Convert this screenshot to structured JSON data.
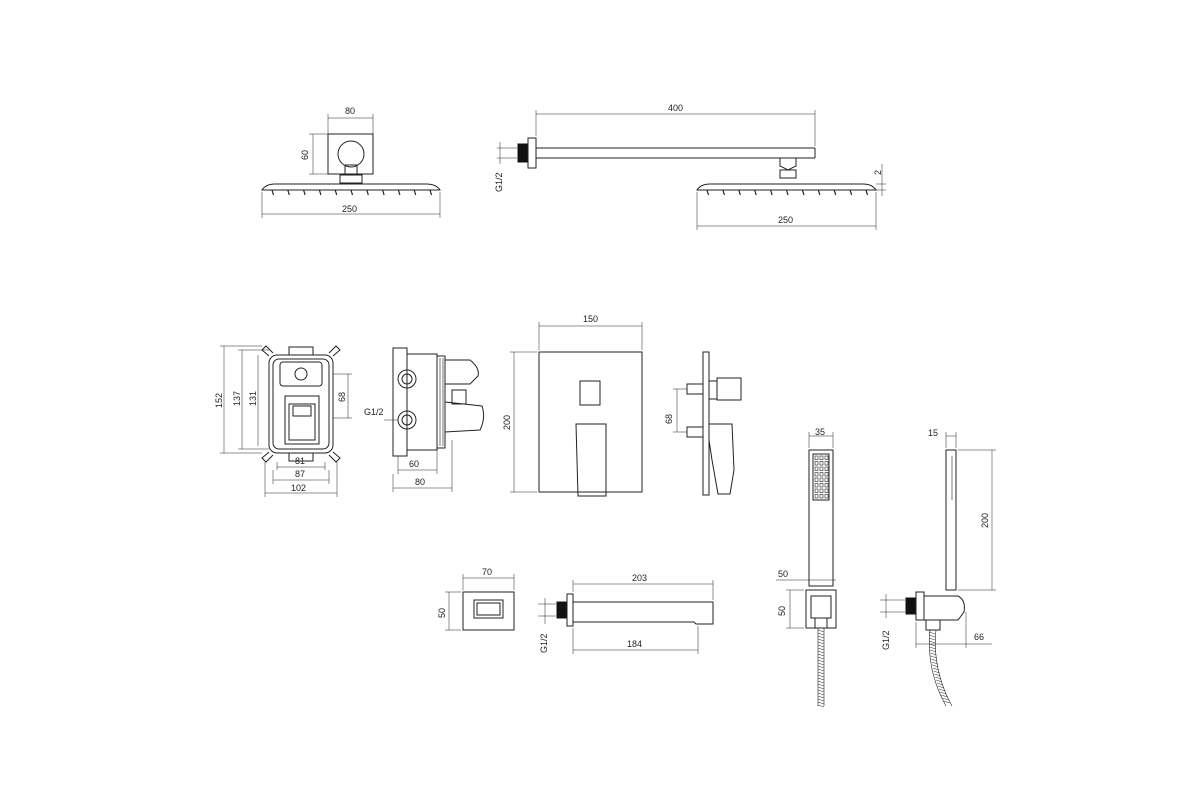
{
  "drawing": {
    "overhead_shower_top": {
      "width_arm": "80",
      "height_arm": "60",
      "plate_width": "250"
    },
    "overhead_shower_wall": {
      "arm_length": "400",
      "thread": "G1/2",
      "plate_width": "250",
      "plate_thickness": "2"
    },
    "mixer_box_front": {
      "outer_height": "152",
      "body_height": "137",
      "inner_height": "131",
      "port_spacing": "68",
      "inner_width": "81",
      "mid_width": "87",
      "outer_width": "102"
    },
    "mixer_box_side": {
      "thread": "G1/2",
      "depth_inner": "60",
      "depth_outer": "80"
    },
    "cover_plate": {
      "width": "150",
      "height": "200"
    },
    "lever_side": {
      "spacing": "68"
    },
    "spout_front": {
      "width": "70",
      "height": "50"
    },
    "spout_side": {
      "length_top": "203",
      "length_bottom": "184",
      "thread": "G1/2"
    },
    "hand_shower_front": {
      "handle_width": "35",
      "bracket_width": "50",
      "bracket_height": "50"
    },
    "hand_shower_side": {
      "top_width": "15",
      "height": "200",
      "thread": "G1/2",
      "projection": "66"
    }
  }
}
